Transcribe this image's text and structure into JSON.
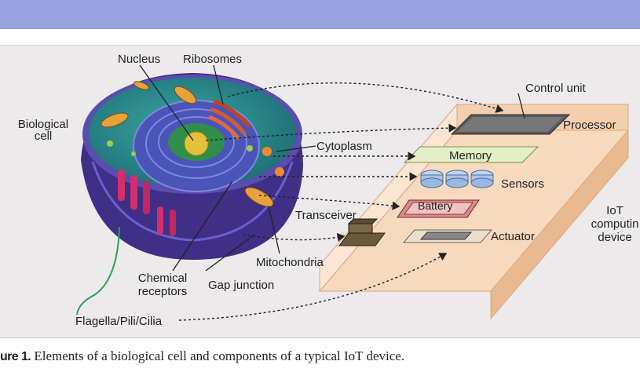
{
  "labels": {
    "nucleus": "Nucleus",
    "ribosomes": "Ribosomes",
    "biological_cell_line1": "Biological",
    "biological_cell_line2": "cell",
    "cytoplasm": "Cytoplasm",
    "transceiver": "Transceiver",
    "mitochondria": "Mitochondria",
    "chemical_receptors_line1": "Chemical",
    "chemical_receptors_line2": "receptors",
    "gap_junction": "Gap junction",
    "flagella": "Flagella/Pili/Cilia",
    "control_unit": "Control unit",
    "processor": "Processor",
    "memory": "Memory",
    "sensors": "Sensors",
    "battery": "Battery",
    "actuator": "Actuator",
    "iot_line1": "IoT",
    "iot_line2": "computin",
    "iot_line3": "device"
  },
  "caption": {
    "label": "ure 1.",
    "text": " Elements of a biological cell and components of a typical IoT device."
  },
  "colors": {
    "header_bar": "#9aa4e2",
    "figure_bg": "#eceaea",
    "device_box": "#f7d9bd",
    "cell_outer": "#3f2f86",
    "cytoplasm": "#2d8f8c"
  }
}
